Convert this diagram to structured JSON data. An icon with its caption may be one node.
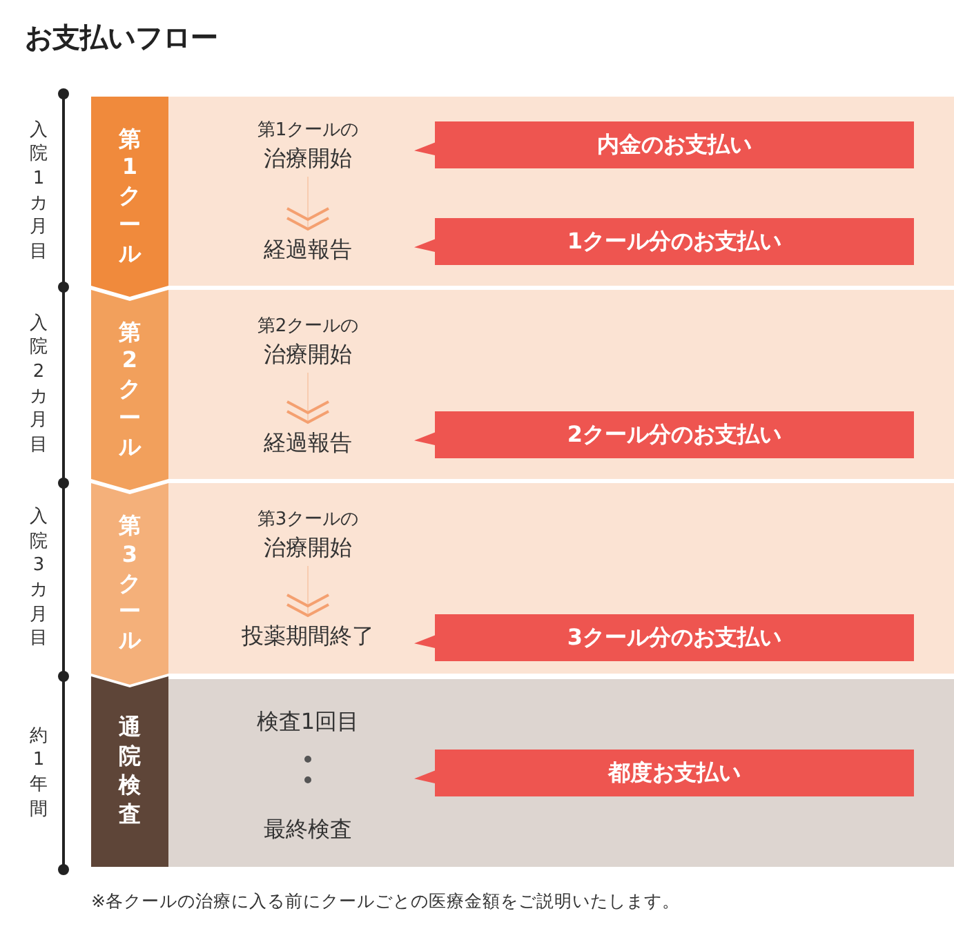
{
  "diagram": {
    "title": "お支払いフロー",
    "caption": "※各クールの治療に入る前にクールごとの医療金額をご説明いたします。",
    "nodes": [
      {
        "text": [
          "第1クール"
        ]
      },
      {
        "text": [
          "第1クールの",
          "治療開始"
        ]
      },
      {
        "text": [
          "経過報告"
        ]
      },
      {
        "text": [
          "内金のお支払い"
        ]
      },
      {
        "text": [
          "1クール分のお支払い"
        ]
      },
      {
        "text": [
          "第2クール"
        ]
      },
      {
        "text": [
          "第2クールの",
          "治療開始"
        ]
      },
      {
        "text": [
          "経過報告"
        ]
      },
      {
        "text": [
          "2クール分のお支払い"
        ]
      },
      {
        "text": [
          "第3クール"
        ]
      },
      {
        "text": [
          "第3クールの",
          "治療開始"
        ]
      },
      {
        "text": [
          "投薬期間終了"
        ]
      },
      {
        "text": [
          "3クール分のお支払い"
        ]
      },
      {
        "text": [
          "通院検査"
        ]
      },
      {
        "text": [
          "検査1回目"
        ]
      },
      {
        "text": [
          "最終検査"
        ]
      },
      {
        "text": [
          "都度お支払い"
        ]
      }
    ],
    "edges": [
      {
        "from": 1,
        "to": 2,
        "arrow": "to"
      },
      {
        "from": 6,
        "to": 7,
        "arrow": "to"
      },
      {
        "from": 10,
        "to": 11,
        "arrow": "to"
      },
      {
        "from": 14,
        "to": 15,
        "arrow": "none",
        "style": "dashed",
        "color": "#555555"
      }
    ],
    "labels": [
      "入院1カ月目",
      "入院2カ月目",
      "入院3カ月目",
      "約1年間"
    ]
  }
}
